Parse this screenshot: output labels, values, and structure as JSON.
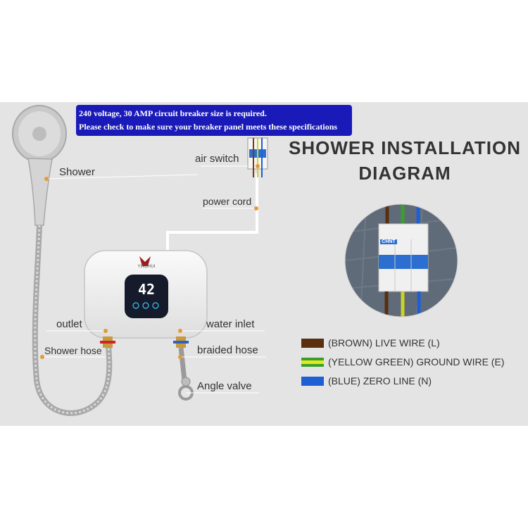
{
  "notice": {
    "line1": "240 voltage, 30 AMP circuit breaker size is required.",
    "line2": "Please check to make sure your breaker panel meets these specifications"
  },
  "title": {
    "line1": "SHOWER INSTALLATION",
    "line2": "DIAGRAM"
  },
  "labels": {
    "shower": "Shower",
    "air_switch": "air switch",
    "power_cord": "power cord",
    "outlet": "outlet",
    "water_inlet": "water inlet",
    "shower_hose": "Shower hose",
    "braided_hose": "braided hose",
    "angle_valve": "Angle valve"
  },
  "heater": {
    "brand": "YINGHUI",
    "display_value": "42"
  },
  "legend": [
    {
      "color": "#5a2e0e",
      "text": "(BROWN) LIVE WIRE (L)"
    },
    {
      "color": "#d8e020",
      "text": "(YELLOW GREEN) GROUND WIRE (E)"
    },
    {
      "color": "#1e5fd6",
      "text": "(BLUE) ZERO LINE (N)"
    }
  ],
  "breaker": {
    "brand": "CHNT"
  }
}
